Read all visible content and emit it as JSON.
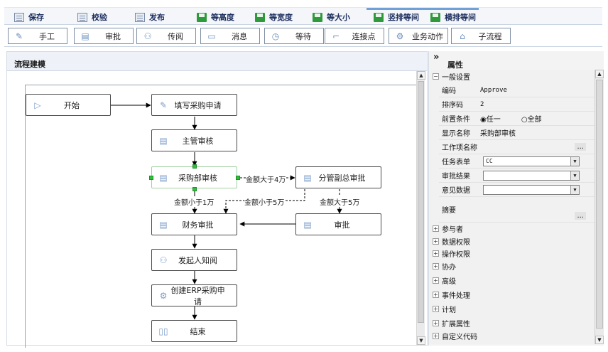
{
  "toolbar": {
    "items": [
      {
        "label": "保存",
        "icon": "save-icon"
      },
      {
        "label": "校验",
        "icon": "validate-icon"
      },
      {
        "label": "发布",
        "icon": "publish-icon"
      },
      {
        "label": "等高度",
        "icon": "equal-height-icon"
      },
      {
        "label": "等宽度",
        "icon": "equal-width-icon"
      },
      {
        "label": "等大小",
        "icon": "equal-size-icon"
      },
      {
        "label": "竖排等间",
        "icon": "vertical-spacing-icon"
      },
      {
        "label": "横排等间",
        "icon": "horizontal-spacing-icon"
      }
    ]
  },
  "nodebar": {
    "items": [
      {
        "label": "手工",
        "icon": "edit-icon"
      },
      {
        "label": "审批",
        "icon": "document-icon"
      },
      {
        "label": "传阅",
        "icon": "user-icon"
      },
      {
        "label": "消息",
        "icon": "message-icon"
      },
      {
        "label": "等待",
        "icon": "clock-icon"
      },
      {
        "label": "连接点",
        "icon": "connector-icon"
      },
      {
        "label": "业务动作",
        "icon": "gear-icon"
      },
      {
        "label": "子流程",
        "icon": "subprocess-icon"
      }
    ]
  },
  "canvas": {
    "title": "流程建模",
    "nodes": {
      "start": "开始",
      "fill": "填写采购申请",
      "manager": "主管审核",
      "purchase": "采购部审核",
      "deputy": "分管副总审批",
      "finance": "财务审批",
      "approve": "审批",
      "notify": "发起人知阅",
      "erp": "创建ERP采购申请",
      "end": "结束"
    },
    "edges": {
      "gt4": "金额大于4万",
      "lt1": "金额小于1万",
      "lt5": "金额小于5万",
      "gt5": "金额大于5万"
    }
  },
  "props": {
    "title": "属性",
    "general_section": "一般设置",
    "rows": {
      "code_label": "编码",
      "code_value": "Approve",
      "order_label": "排序码",
      "order_value": "2",
      "precond_label": "前置条件",
      "precond_any": "任一",
      "precond_all": "全部",
      "display_label": "显示名称",
      "display_value": "采购部审核",
      "workitem_label": "工作项名称",
      "workitem_btn": "...",
      "form_label": "任务表单",
      "form_value": "CC",
      "result_label": "审批结果",
      "opinion_label": "意见数据",
      "summary_label": "摘要",
      "summary_btn": "..."
    },
    "sections": [
      "参与者",
      "数据权限",
      "操作权限",
      "协办",
      "高级",
      "事件处理",
      "计划",
      "扩展属性",
      "自定义代码"
    ],
    "section_toggle": "+",
    "general_toggle": "−"
  }
}
